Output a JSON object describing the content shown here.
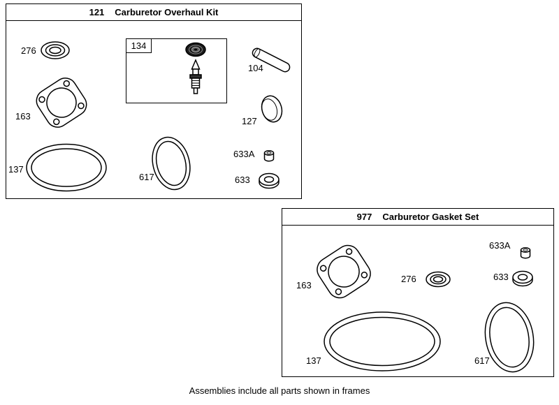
{
  "caption": "Assemblies include all parts shown in frames",
  "frames": {
    "overhaul_kit": {
      "number": "121",
      "title": "Carburetor Overhaul Kit",
      "inner_frame_number": "134",
      "labels": {
        "p276": "276",
        "p104": "104",
        "p163": "163",
        "p127": "127",
        "p633a": "633A",
        "p633": "633",
        "p617": "617",
        "p137": "137"
      }
    },
    "gasket_set": {
      "number": "977",
      "title": "Carburetor Gasket Set",
      "labels": {
        "p163": "163",
        "p276": "276",
        "p633a": "633A",
        "p633": "633",
        "p137": "137",
        "p617": "617"
      }
    }
  },
  "line_color": "#000000"
}
